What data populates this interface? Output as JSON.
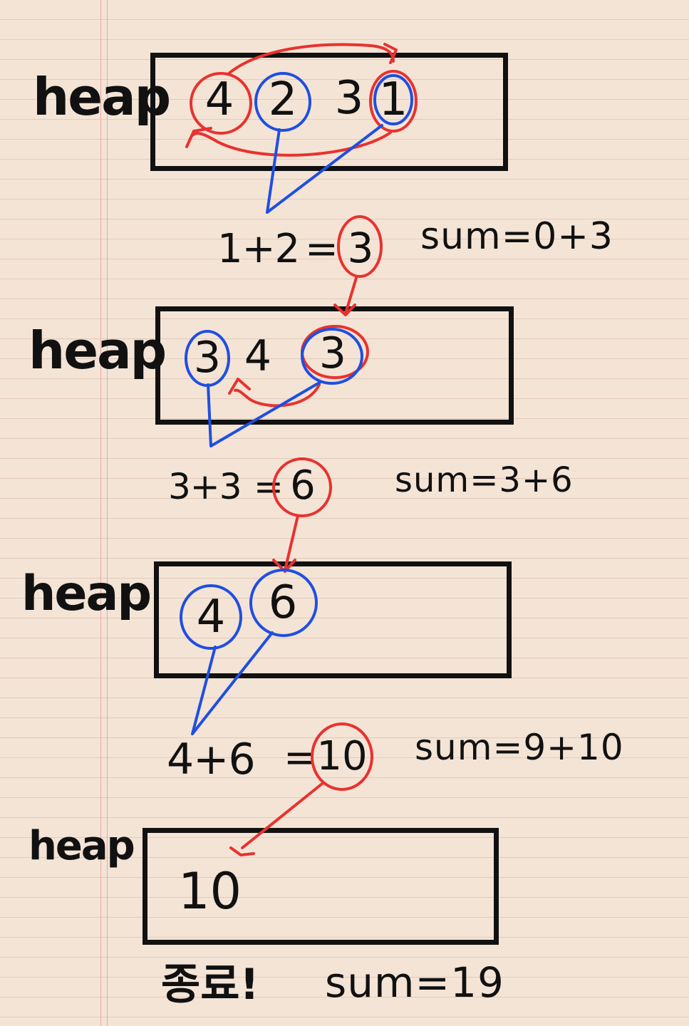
{
  "heap_label": "heap",
  "step1": {
    "heap": [
      "4",
      "2",
      "3",
      "1"
    ],
    "equation": {
      "left": "1+2",
      "eq": "=",
      "result": "3"
    },
    "sum": "sum=0+3"
  },
  "step2": {
    "heap": [
      "3",
      "4",
      "3"
    ],
    "equation": {
      "left": "3+3",
      "eq": "=",
      "result": "6"
    },
    "sum": "sum=3+6"
  },
  "step3": {
    "heap": [
      "4",
      "6"
    ],
    "equation": {
      "left": "4+6",
      "eq": "=",
      "result": "10"
    },
    "sum": "sum=9+10"
  },
  "step4": {
    "heap": [
      "10"
    ]
  },
  "end": {
    "label": "종료!",
    "sum": "sum=19"
  },
  "colors": {
    "ink": "#111111",
    "red": "#e8322f",
    "blue": "#1f4fe0",
    "paper": "#f4e4d6"
  }
}
